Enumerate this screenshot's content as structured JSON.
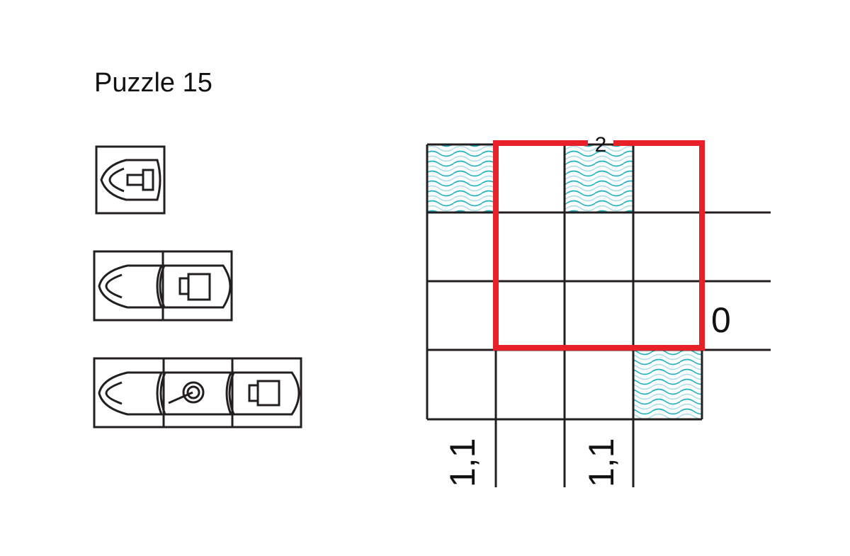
{
  "title": "Puzzle 15",
  "fleet": [
    {
      "name": "submarine",
      "length": 1
    },
    {
      "name": "destroyer",
      "length": 2
    },
    {
      "name": "cruiser",
      "length": 3
    }
  ],
  "grid": {
    "rows": 4,
    "cols": 4,
    "water_cells": [
      [
        0,
        0
      ],
      [
        0,
        2
      ],
      [
        3,
        3
      ]
    ],
    "region_clue": "2",
    "row_clue": "0",
    "column_clues": [
      "1,1",
      "1,1"
    ]
  },
  "colors": {
    "region": "#e8202a",
    "water": "#1fb0c4",
    "line": "#231f20"
  }
}
